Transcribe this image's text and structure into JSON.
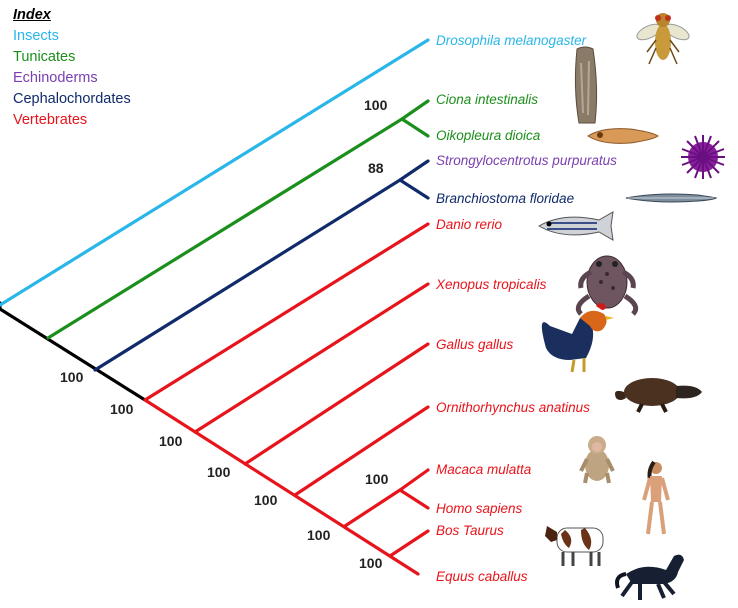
{
  "legend": {
    "title": "Index",
    "groups": [
      {
        "label": "Insects",
        "color": "#29b6e8"
      },
      {
        "label": "Tunicates",
        "color": "#1b8f1b"
      },
      {
        "label": "Echinoderms",
        "color": "#7a3fb0"
      },
      {
        "label": "Cephalochordates",
        "color": "#102a6b"
      },
      {
        "label": "Vertebrates",
        "color": "#e8141b"
      }
    ]
  },
  "taxa": [
    {
      "name": "Drosophila melanogaster",
      "group": "Insects",
      "icon": "fly-icon"
    },
    {
      "name": "Ciona intestinalis",
      "group": "Tunicates",
      "icon": "sea-squirt-icon"
    },
    {
      "name": "Oikopleura dioica",
      "group": "Tunicates",
      "icon": "larvacean-icon"
    },
    {
      "name": "Strongylocentrotus purpuratus",
      "group": "Echinoderms",
      "icon": "sea-urchin-icon"
    },
    {
      "name": "Branchiostoma floridae",
      "group": "Cephalochordates",
      "icon": "lancelet-icon"
    },
    {
      "name": "Danio rerio",
      "group": "Vertebrates",
      "icon": "zebrafish-icon"
    },
    {
      "name": "Xenopus tropicalis",
      "group": "Vertebrates",
      "icon": "frog-icon"
    },
    {
      "name": "Gallus gallus",
      "group": "Vertebrates",
      "icon": "rooster-icon"
    },
    {
      "name": "Ornithorhynchus anatinus",
      "group": "Vertebrates",
      "icon": "platypus-icon"
    },
    {
      "name": "Macaca mulatta",
      "group": "Vertebrates",
      "icon": "macaque-icon"
    },
    {
      "name": "Homo sapiens",
      "group": "Vertebrates",
      "icon": "human-icon"
    },
    {
      "name": "Bos Taurus",
      "group": "Vertebrates",
      "icon": "cow-icon"
    },
    {
      "name": "Equus caballus",
      "group": "Vertebrates",
      "icon": "horse-icon"
    }
  ],
  "bootstrap": [
    "100",
    "88",
    "100",
    "100",
    "100",
    "100",
    "100",
    "100",
    "100",
    "100"
  ],
  "root_color": "#000000"
}
